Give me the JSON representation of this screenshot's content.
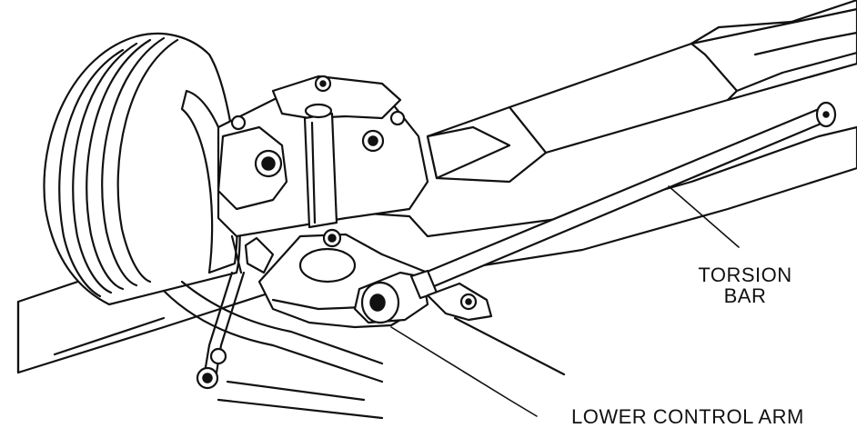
{
  "labels": {
    "torsion_bar_line1": "TORSION",
    "torsion_bar_line2": "BAR",
    "lower_control_arm": "LOWER CONTROL ARM"
  }
}
